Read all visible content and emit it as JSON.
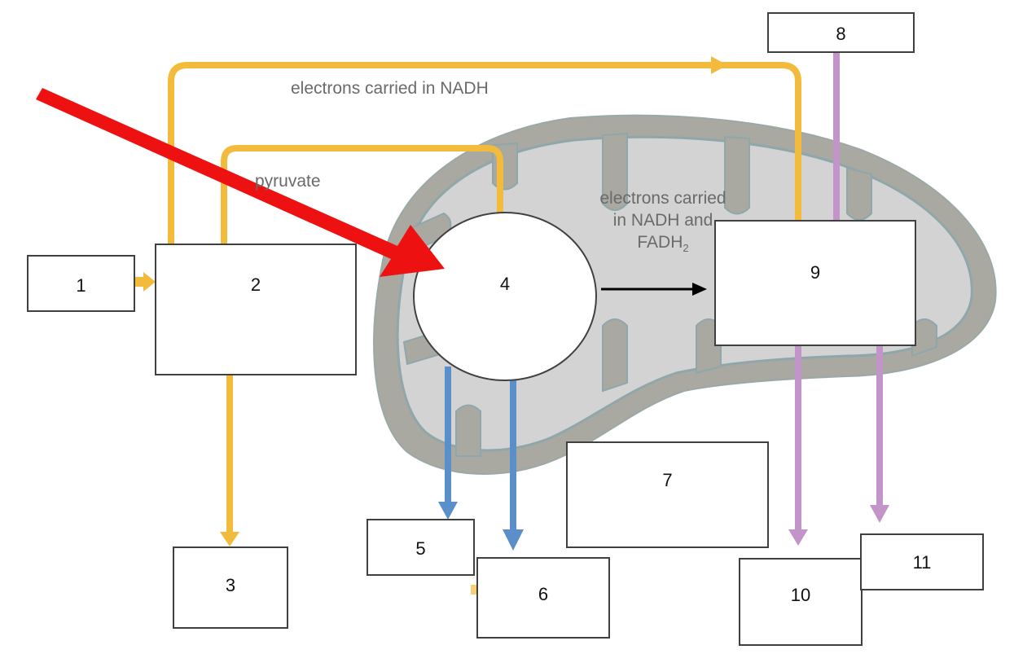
{
  "labels": {
    "nadh_top": "electrons carried in NADH",
    "pyruvate": "pyruvate",
    "mito_line1": "electrons carried",
    "mito_line2": "in NADH and",
    "mito_line3": "FADH",
    "mito_line3_sub": "2"
  },
  "boxes": {
    "b1": "1",
    "b2": "2",
    "b3": "3",
    "b4": "4",
    "b5": "5",
    "b6": "6",
    "b7": "7",
    "b8": "8",
    "b9": "9",
    "b10": "10",
    "b11": "11"
  },
  "colors": {
    "yellow_arrow": "#f2bb3c",
    "blue_arrow": "#5b8fc9",
    "purple_arrow": "#c394c9",
    "red_pointer": "#ee1111",
    "mito_outer": "#a9a9a1",
    "mito_inner": "#d3d3d3",
    "mito_edge": "#8fa7ab"
  }
}
